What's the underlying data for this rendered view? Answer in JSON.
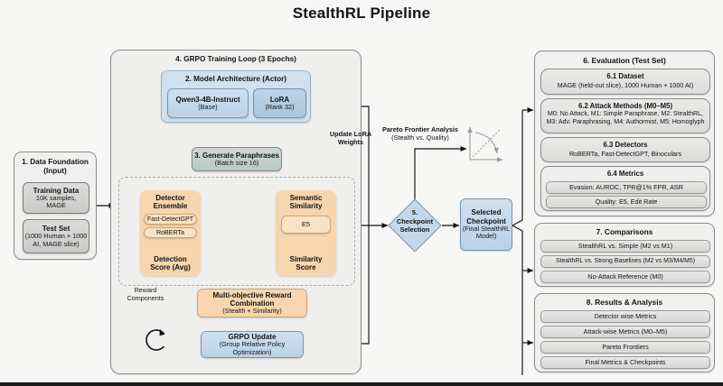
{
  "title": "StealthRL Pipeline",
  "left": {
    "group_title_line1": "1. Data Foundation",
    "group_title_line2": "(Input)",
    "boxes": [
      {
        "title": "Training Data",
        "sub1": "10K samples,",
        "sub2": "MAGE"
      },
      {
        "title": "Test Set",
        "sub1": "(1000 Human + 1000",
        "sub2": "AI, MAGE slice)"
      }
    ]
  },
  "loop": {
    "title": "4. GRPO Training Loop (3 Epochs)",
    "model_arch": {
      "title": "2. Model Architecture (Actor)",
      "base": {
        "title": "Qwen3-4B-Instruct",
        "sub": "(Base)"
      },
      "lora": {
        "title": "LoRA",
        "sub": "(Rank 32)"
      }
    },
    "generate": {
      "title": "3. Generate Paraphrases",
      "sub": "(Batch size 16)"
    },
    "update_label_line1": "Update LoRA",
    "update_label_line2": "Weights",
    "reward_components_line1": "Reward",
    "reward_components_line2": "Components",
    "detector": {
      "title_line1": "Detector",
      "title_line2": "Ensemble",
      "items": [
        "Fast-DetectGPT",
        "RoBERTa"
      ],
      "score_line1": "Detection",
      "score_line2": "Score (Avg)"
    },
    "semantic": {
      "title_line1": "Semantic",
      "title_line2": "Similarity",
      "items": [
        "E5"
      ],
      "score_line1": "Similarity",
      "score_line2": "Score"
    },
    "reward_combo": {
      "title_line1": "Multi-objective Reward",
      "title_line2": "Combination",
      "sub": "(Stealth + Similarity)"
    },
    "grpo_update": {
      "title": "GRPO Update",
      "sub1": "(Group Relative Policy",
      "sub2": "Optimization)"
    }
  },
  "middle": {
    "pareto_label_line1": "Pareto Frontier Analysis",
    "pareto_label_line2": "(Stealth vs. Quality)",
    "checkpoint": {
      "line1": "5.",
      "line2": "Checkpoint",
      "line3": "Selection"
    },
    "selected": {
      "line1": "Selected",
      "line2": "Checkpoint",
      "line3": "(Final StealthRL",
      "line4": "Model)"
    }
  },
  "right": {
    "evaluation": {
      "title": "6. Evaluation (Test Set)",
      "dataset": {
        "title": "6.1 Dataset",
        "text": "MAGE (held-out slice), 1000 Human + 1000 AI)"
      },
      "attack_methods": {
        "title": "6.2 Attack Methods (M0–M5)",
        "line1": "M0: No Attack, M1: Simple Paraphrase, M2: StealthRL,",
        "line2": "M3: Adv. Paraphrasing, M4: Authormist, M5: Homoglyph"
      },
      "detectors": {
        "title": "6.3 Detectors",
        "text": "RoBERTa, Fast-DetectGPT, Binoculars"
      },
      "metrics": {
        "title": "6.4 Metrics",
        "rows": [
          "Evasion: AUROC, TPR@1% FPR, ASR",
          "Quality: E5, Edit Rate"
        ]
      }
    },
    "comparisons": {
      "title": "7. Comparisons",
      "rows": [
        "StealthRL vs. Simple (M2 vs M1)",
        "StealthRL vs. Strong Baselines (M2 vs M3/M4/M5)",
        "No-Attack Reference (M0)"
      ]
    },
    "results": {
      "title": "8. Results & Analysis",
      "rows": [
        "Detector wise Metrics",
        "Attack-wise Metrics (M0–M5)",
        "Pareto Frontiers",
        "Final Metrics & Checkpoints"
      ]
    }
  },
  "colors": {
    "page_bg": "#f7f7f5",
    "gray_node": "#d4d4d2",
    "blue_node": "#c4d8ea",
    "orange_node": "#f7d5ae",
    "teal_node": "#c3d1ce",
    "line": "#111111"
  }
}
